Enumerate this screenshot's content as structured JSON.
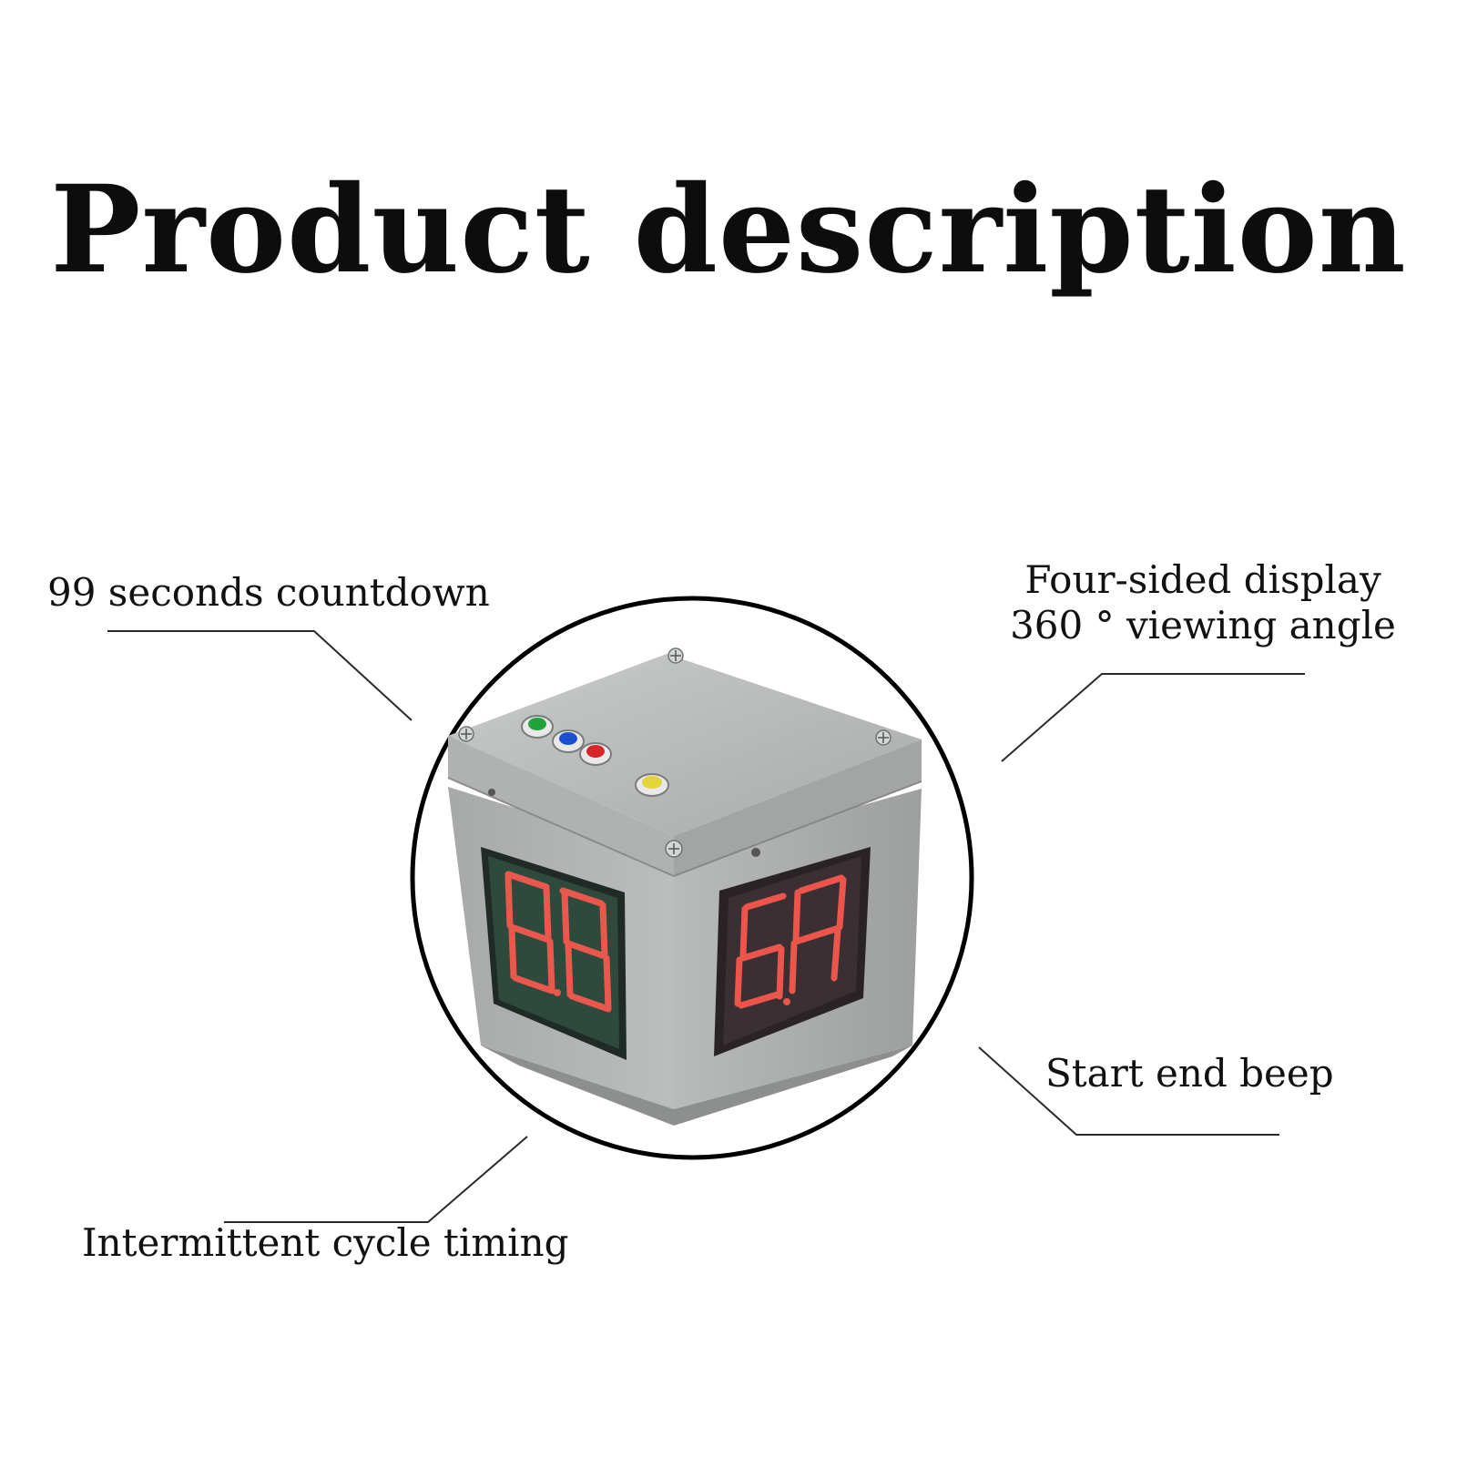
{
  "title": "Product description",
  "callouts": {
    "countdown": "99 seconds countdown",
    "display_line1": "Four-sided display",
    "display_line2": "360 ° viewing angle",
    "beep": "Start end beep",
    "cycle": "Intermittent cycle timing"
  },
  "product": {
    "description": "grey cube timer with four-sided red seven-segment displays",
    "buttons": [
      "green",
      "blue",
      "red",
      "yellow"
    ],
    "colors": {
      "housing": "#b7b9b8",
      "segment_on": "#ff5a4f",
      "button_green": "#22a23a",
      "button_blue": "#1f4fd1",
      "button_red": "#d7262a",
      "button_yellow": "#e3d43a"
    }
  }
}
